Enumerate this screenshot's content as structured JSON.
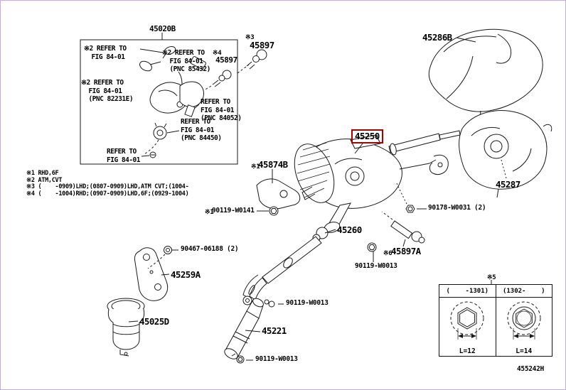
{
  "figure": {
    "doc_code": "455242H",
    "highlight_color": "#ac0000",
    "border_color": "#bfaede"
  },
  "inset": {
    "part_no": "45020B",
    "callouts": [
      "※2 REFER TO\n  FIG 84-01",
      "※2 REFER TO\n  FIG 84-01\n  (PNC 85432)",
      "※2 REFER TO\n  FIG 84-01\n  (PNC 82231E)",
      "REFER TO\nFIG 84-01\n(PNC 84052)",
      "REFER TO\nFIG 84-01\n(PNC 84450)",
      "REFER TO\nFIG 84-01"
    ]
  },
  "marks": {
    "m1a": "※1",
    "m1b": "※1",
    "m3": "※3",
    "m4": "※4",
    "m5": "※5",
    "m6": "※6"
  },
  "parts": {
    "p45020B": "45020B",
    "p45897_out": "45897",
    "p45897_in": "45897",
    "p45286B": "45286B",
    "p45287": "45287",
    "p45250": "45250",
    "p45874B": "45874B",
    "p90119W0141": "90119-W0141",
    "p45260": "45260",
    "p90178W0031": "90178-W0031 (2)",
    "p45897A": "45897A",
    "p90119W0013mid": "90119-W0013",
    "p90467": "90467-06188 (2)",
    "p45259A": "45259A",
    "p45025D": "45025D",
    "p45221": "45221",
    "p90119W0013top": "90119-W0013",
    "p90119W0013bot": "90119-W0013"
  },
  "legend": [
    "※1 RHD,6F",
    "※2 ATM,CVT",
    "※3 (    -0909)LHD;(0807-0909)LHD,ATM CVT;(1004-",
    "※4 (    -1004)RHD;(0907-0909)LHD,6F;(0929-1004)"
  ],
  "size_table": {
    "mark": "※5",
    "columns": [
      {
        "range": "(    -1301)",
        "size": "L=12"
      },
      {
        "range": "(1302-    )",
        "size": "L=14"
      }
    ]
  }
}
